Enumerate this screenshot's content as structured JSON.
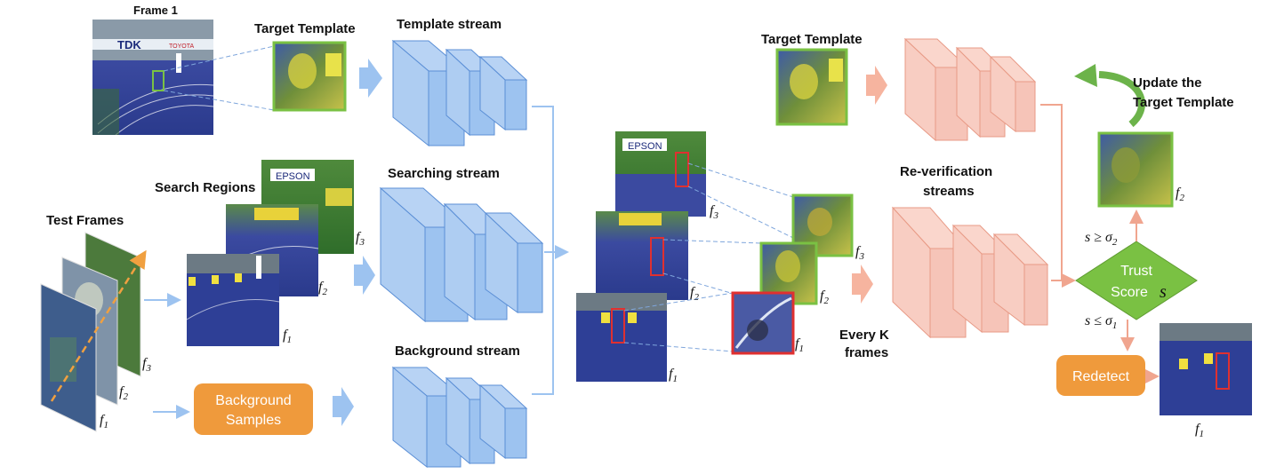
{
  "labels": {
    "frame1": "Frame 1",
    "target_template_left": "Target Template",
    "template_stream": "Template stream",
    "search_regions": "Search Regions",
    "searching_stream": "Searching stream",
    "test_frames": "Test Frames",
    "background_stream": "Background stream",
    "target_template_right": "Target Template",
    "reverification_line1": "Re-verification",
    "reverification_line2": "streams",
    "update_line1": "Update the",
    "update_line2": "Target Template",
    "every_k_line1": "Every K",
    "every_k_line2": "frames"
  },
  "boxes": {
    "background_line1": "Background",
    "background_line2": "Samples",
    "trust_line1": "Trust",
    "trust_line2": "Score",
    "trust_symbol": "s",
    "redetect": "Redetect"
  },
  "conditions": {
    "upper": {
      "var": "s",
      "op": "≥",
      "sym": "σ",
      "sub": "2"
    },
    "lower": {
      "var": "s",
      "op": "≤",
      "sym": "σ",
      "sub": "1"
    }
  },
  "frame_marks": {
    "f": "f",
    "s1": "1",
    "s2": "2",
    "s3": "3"
  },
  "photo_text": {
    "tdk": "TDK",
    "epson": "EPSON",
    "toyota": "TOYOTA"
  },
  "colors": {
    "stream_blue": "#9dc3f0",
    "stream_blue_edge": "#5b8fd6",
    "verify_pink": "#f6c4b8",
    "verify_edge": "#e89a86",
    "orange_box": "#ef9a3c",
    "green": "#7ac143",
    "red_box": "#e03030",
    "dash_blue": "#7fa6dc",
    "arrow_green": "#6cb34a"
  }
}
